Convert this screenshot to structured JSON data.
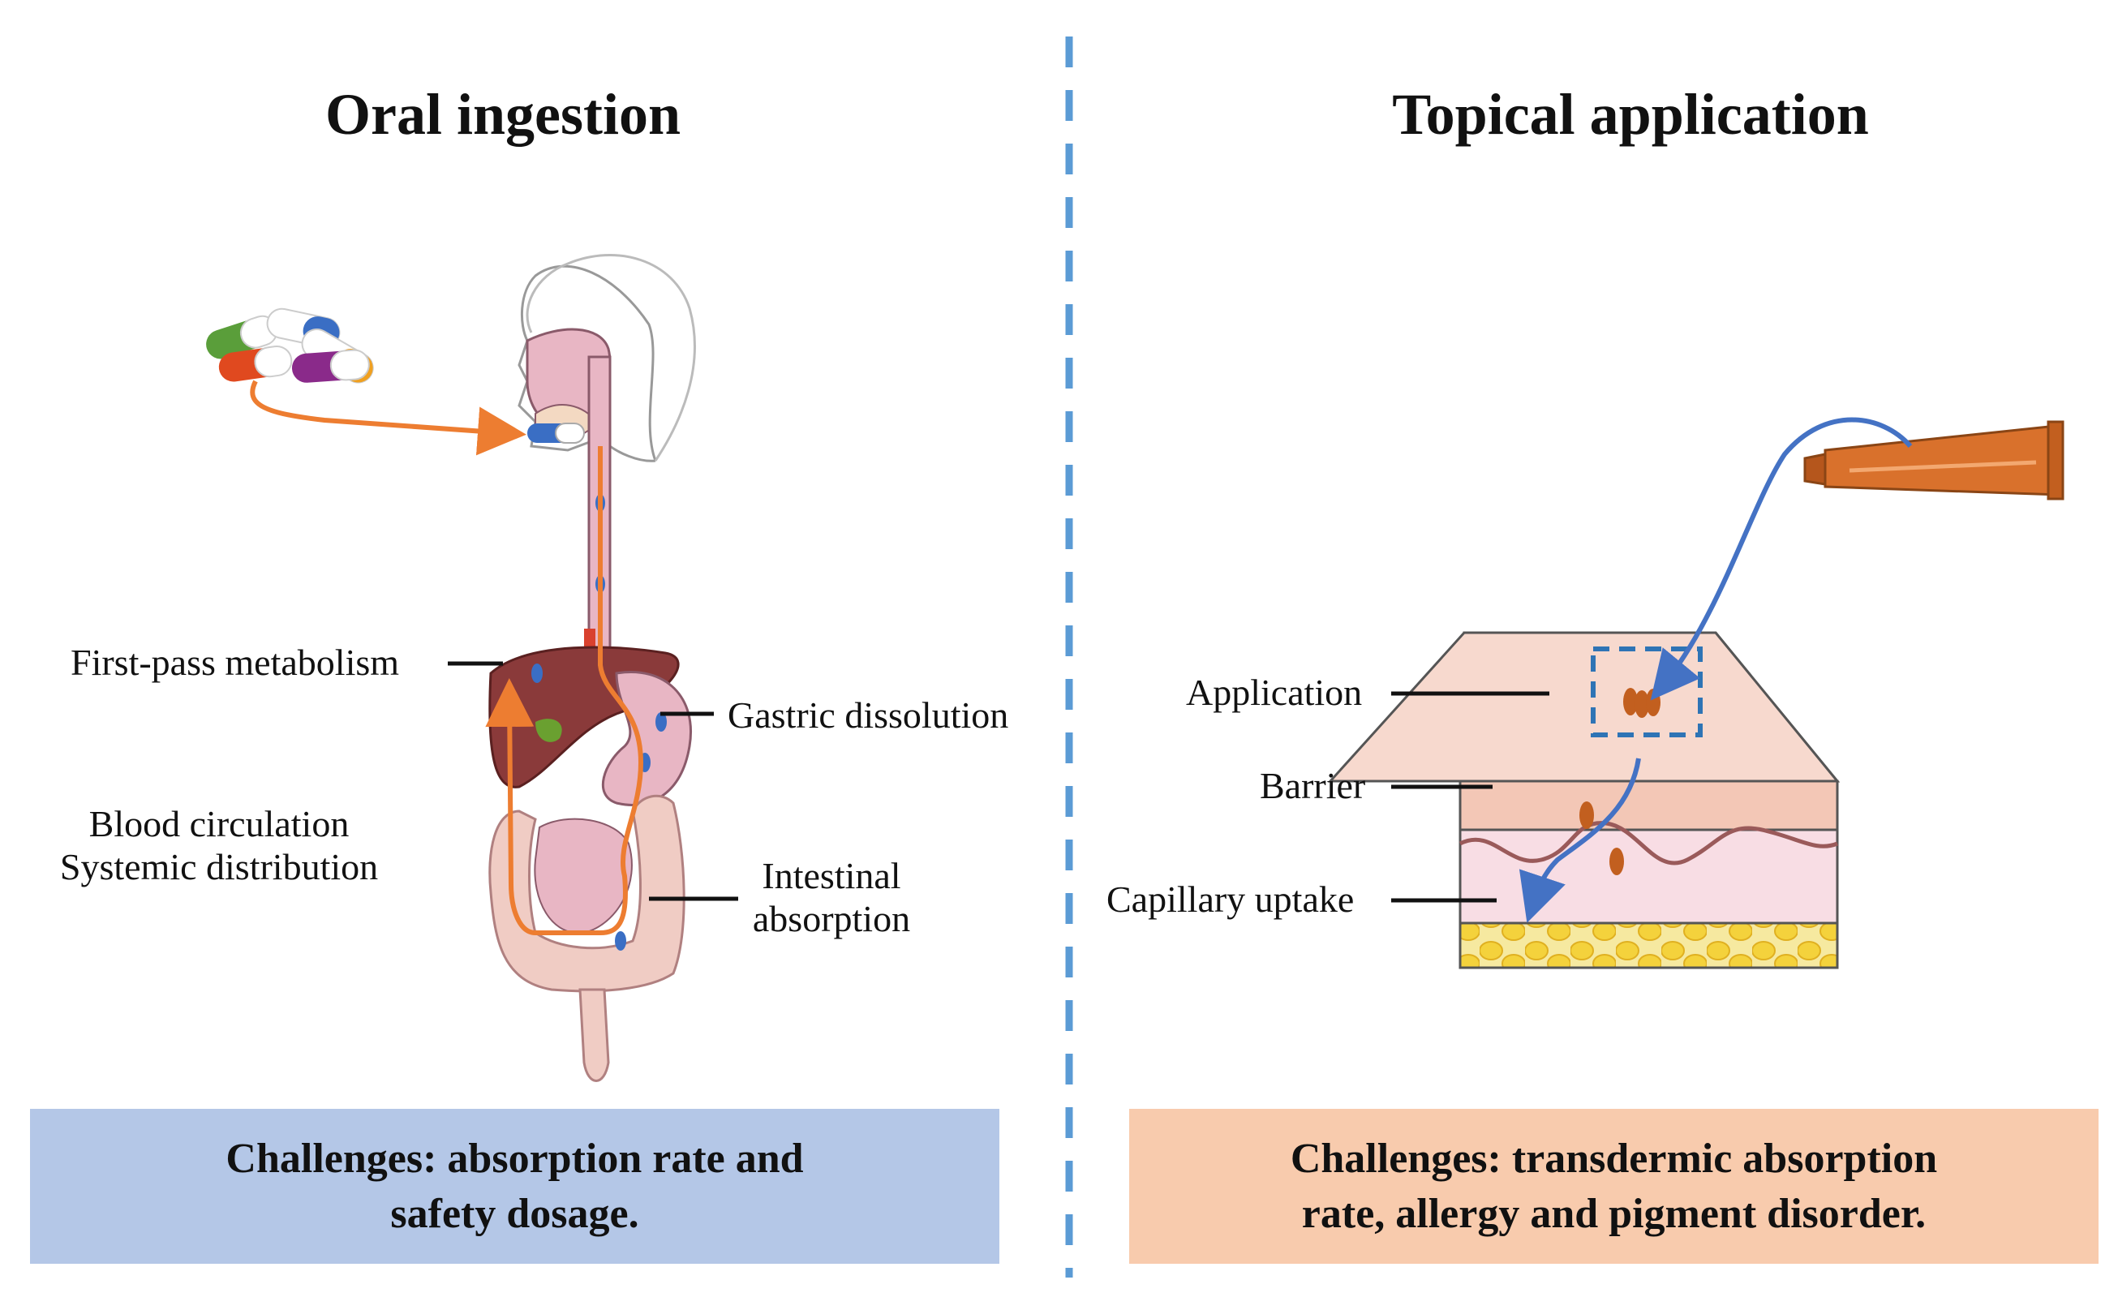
{
  "left_panel": {
    "title": "Oral ingestion",
    "labels": {
      "first_pass": "First-pass metabolism",
      "gastric": "Gastric dissolution",
      "blood_line1": "Blood circulation",
      "blood_line2": "Systemic distribution",
      "intestinal_line1": "Intestinal",
      "intestinal_line2": "absorption"
    },
    "challenge_line1": "Challenges: absorption rate and",
    "challenge_line2": "safety dosage.",
    "challenge_color": "#b4c7e7"
  },
  "right_panel": {
    "title": "Topical application",
    "labels": {
      "application": "Application",
      "barrier": "Barrier",
      "capillary": "Capillary uptake"
    },
    "challenge_line1": "Challenges: transdermic absorption",
    "challenge_line2": "rate, allergy and pigment disorder.",
    "challenge_color": "#f8cbad"
  },
  "colors": {
    "divider": "#5b9bd5",
    "oral_arrow": "#ed7d31",
    "topical_arrow": "#4472c4",
    "tube": "#d9712c"
  },
  "icons": {
    "pills": "capsule-pills-icon",
    "head": "human-head-icon",
    "digestive": "digestive-system-icon",
    "skin": "skin-cross-section-icon",
    "tube": "ointment-tube-icon"
  }
}
